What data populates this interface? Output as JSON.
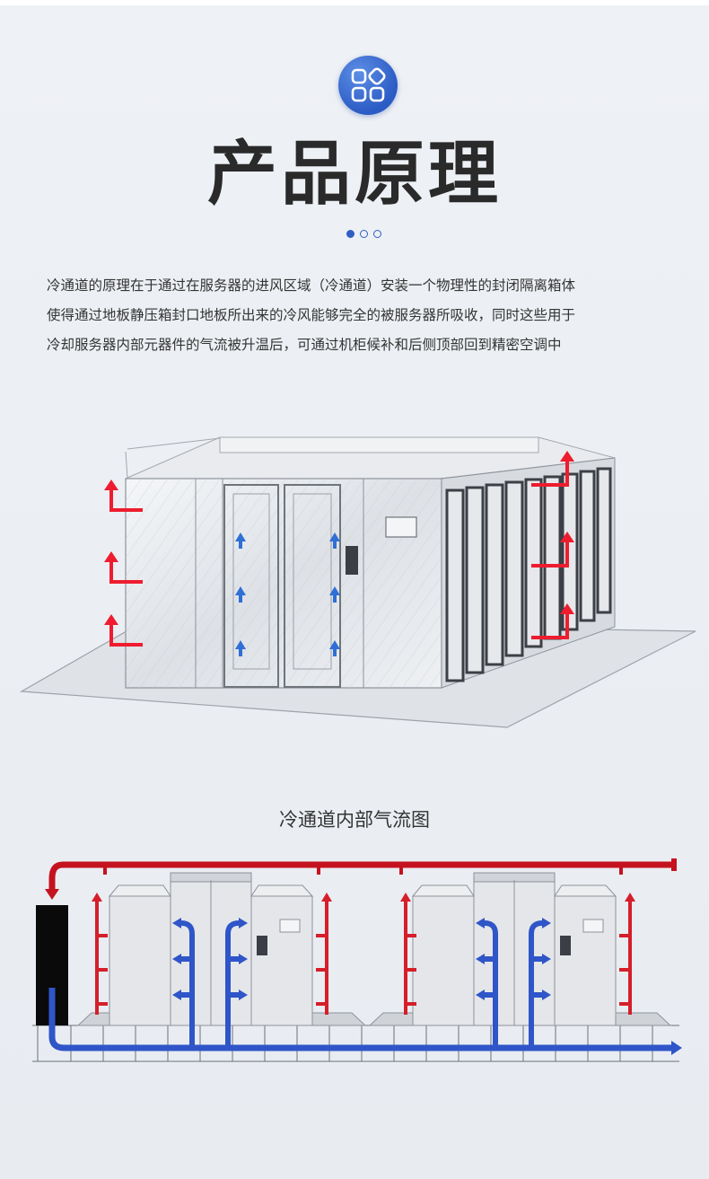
{
  "header": {
    "title": "产品原理",
    "badge_icon": "apps-grid-icon"
  },
  "description": {
    "lines": [
      "冷通道的原理在于通过在服务器的进风区域（冷通道）安装一个物理性的封闭隔离箱体",
      "使得通过地板静压箱封口地板所出来的冷风能够完全的被服务器所吸收，同时这些用于",
      "冷却服务器内部元器件的气流被升温后，可通过机柜候补和后侧顶部回到精密空调中"
    ]
  },
  "diagram2": {
    "title": "冷通道内部气流图"
  },
  "colors": {
    "accent_blue": "#2f5fc4",
    "hot_air_red": "#e8303a",
    "cold_air_blue": "#2f55c8"
  }
}
